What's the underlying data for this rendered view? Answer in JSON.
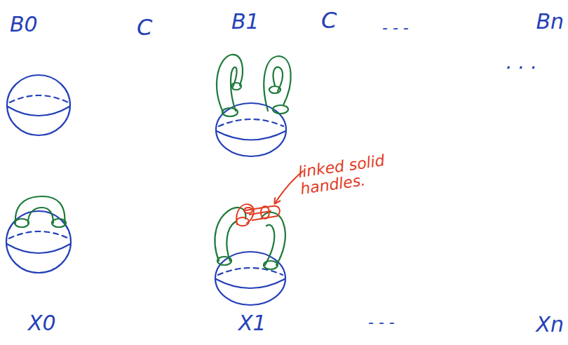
{
  "diagram": {
    "labels": [
      "B0",
      "C",
      "B1",
      "C",
      "- - -",
      "Bn",
      "linked solid handles.",
      "· · ·",
      "X0",
      "X1",
      "- - -",
      "Xn"
    ]
  }
}
